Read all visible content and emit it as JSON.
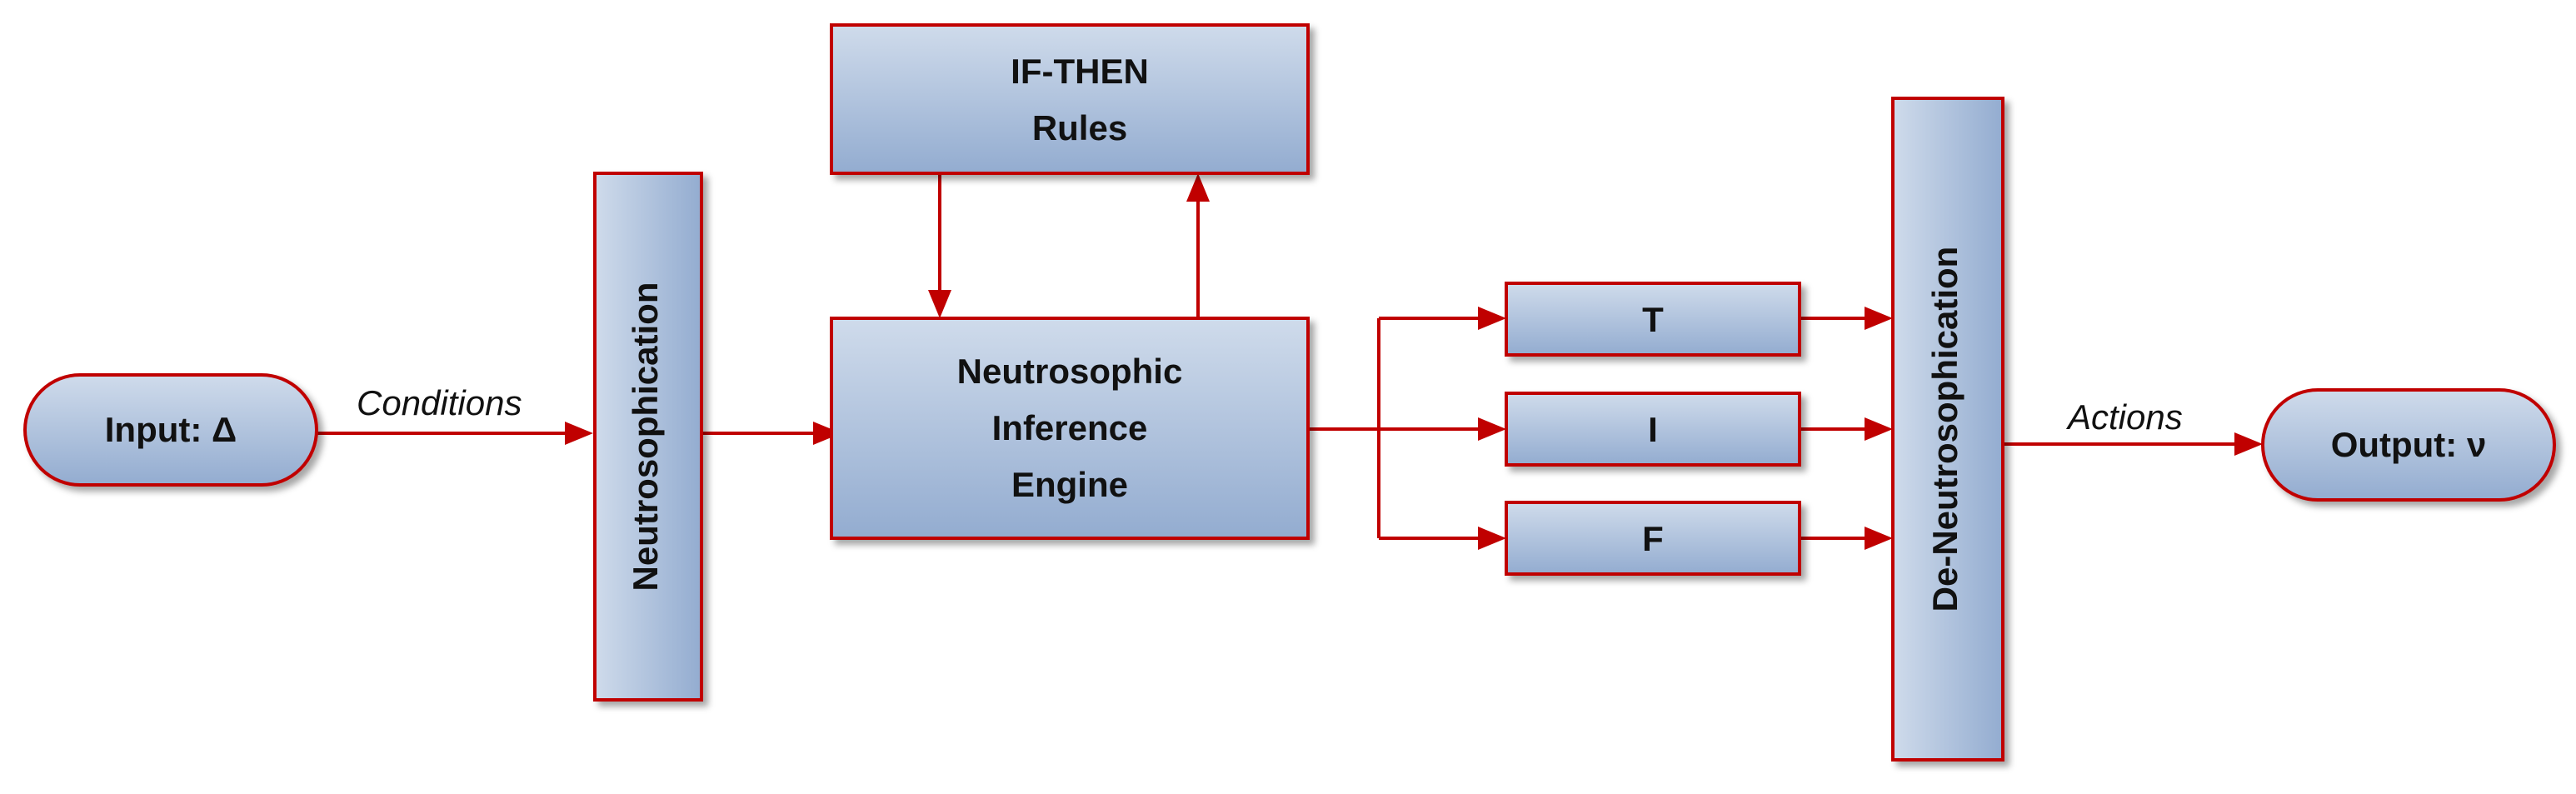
{
  "nodes": {
    "input": "Input: Δ",
    "neutrosophication": "Neutrosophication",
    "rules_line1": "IF-THEN",
    "rules_line2": "Rules",
    "engine_line1": "Neutrosophic",
    "engine_line2": "Inference",
    "engine_line3": "Engine",
    "t": "T",
    "i": "I",
    "f": "F",
    "de_neutrosophication": "De-Neutrosophication",
    "output": "Output: ν"
  },
  "edge_labels": {
    "conditions": "Conditions",
    "actions": "Actions"
  },
  "colors": {
    "border": "#c00000",
    "arrow": "#c00000",
    "fill_top": "#c9d6e8",
    "fill_bottom": "#95afd2"
  }
}
